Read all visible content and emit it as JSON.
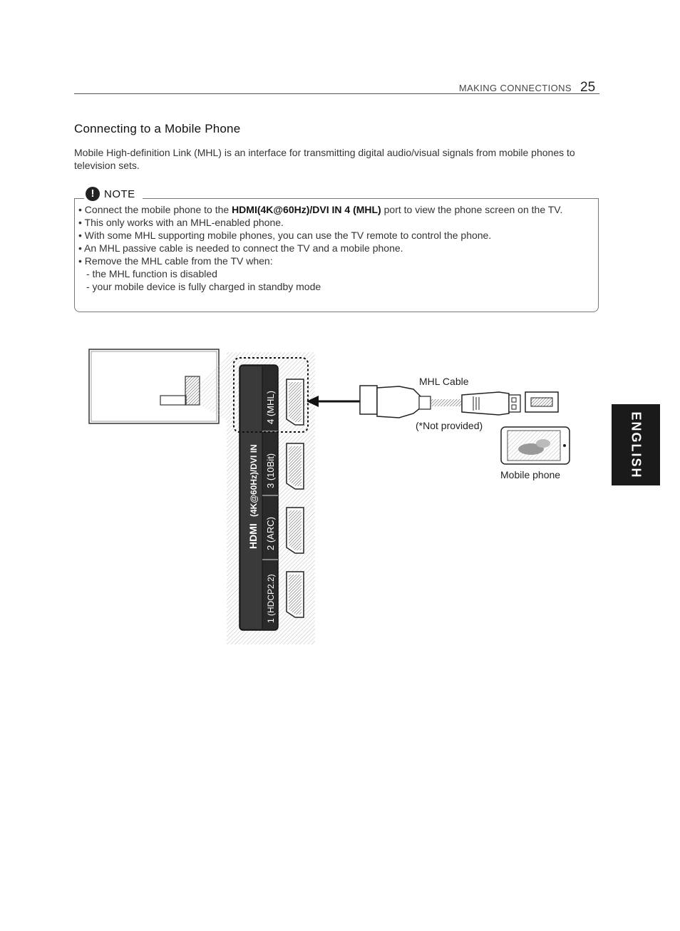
{
  "header": {
    "section": "MAKING CONNECTIONS",
    "page_number": "25"
  },
  "heading": "Connecting to a Mobile Phone",
  "intro": "Mobile High-definition Link (MHL) is an interface for transmitting digital audio/visual signals from mobile phones to television sets.",
  "note": {
    "icon": "!",
    "label": "NOTE",
    "items": [
      {
        "prefix": "Connect the mobile phone to the ",
        "bold": "HDMI(4K@60Hz)/DVI IN 4 (MHL)",
        "suffix": " port to view the phone screen on the TV."
      },
      {
        "text": "This only works with an MHL-enabled phone."
      },
      {
        "text": "With some MHL supporting mobile phones, you can use the TV remote to control the phone."
      },
      {
        "text": "An MHL passive cable is needed to connect the TV and a mobile phone."
      },
      {
        "text": "Remove the MHL cable from the TV when:"
      }
    ],
    "subitems": [
      "- the MHL function is disabled",
      "- your mobile device is fully charged in standby mode"
    ]
  },
  "diagram": {
    "hdmi_logo": "HDMI",
    "port_group_label": "(4K@60Hz)/DVI IN",
    "ports": [
      "4 (MHL)",
      "3 (10Bit)",
      "2 (ARC)",
      "1 (HDCP2.2)"
    ],
    "cable_label": "MHL Cable",
    "cable_note": "(*Not provided)",
    "phone_label": "Mobile phone"
  },
  "side_tab": "ENGLISH",
  "colors": {
    "tab": "#1a1a1a",
    "port_panel": "#2a2a2a",
    "text": "#333333"
  }
}
